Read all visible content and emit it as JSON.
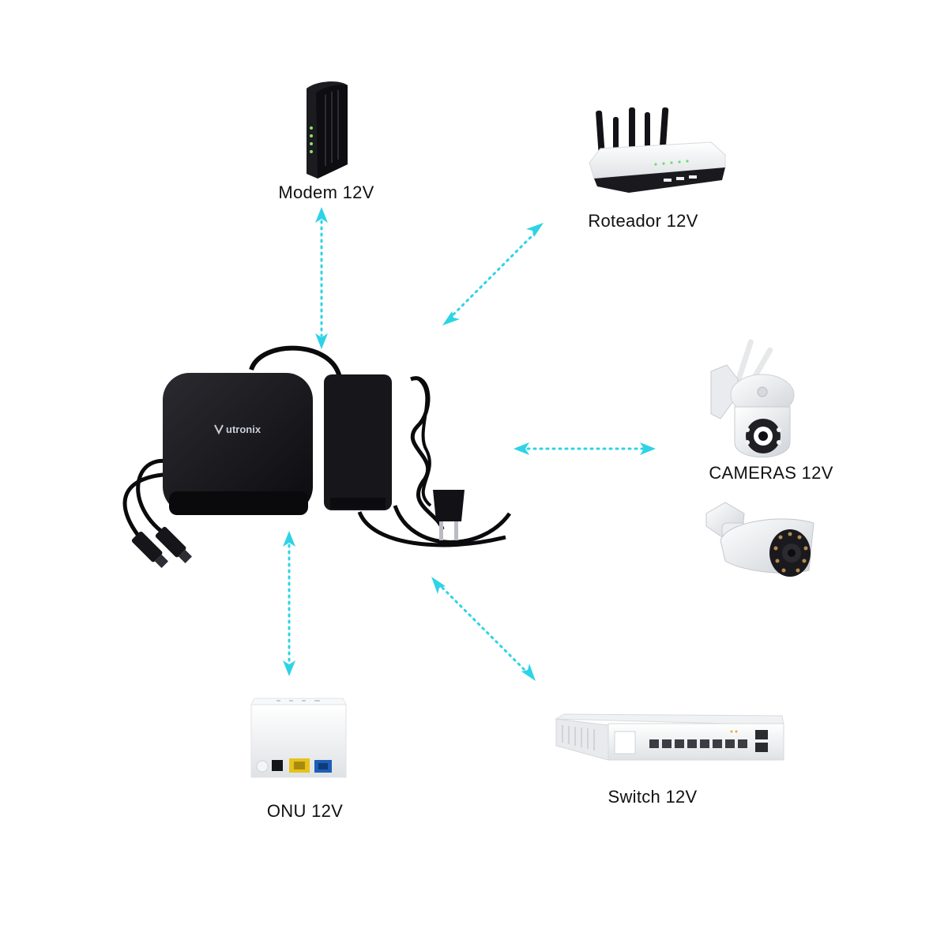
{
  "devices": {
    "modem": "Modem 12V",
    "router": "Roteador 12V",
    "cameras": "CAMERAS 12V",
    "onu": "ONU 12V",
    "switch": "Switch 12V"
  },
  "ups": {
    "brand": "utronix"
  },
  "colors": {
    "arrow": "#2ed3e6",
    "device_dark": "#141418",
    "device_white": "#f4f5f6",
    "cable": "#0b0b0d"
  }
}
